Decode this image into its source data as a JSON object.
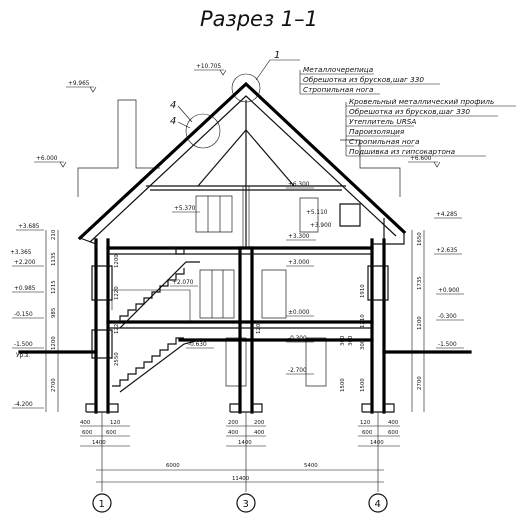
{
  "title": "Разрез 1–1",
  "callouts": {
    "c1": "1",
    "c4a": "4",
    "c4b": "4"
  },
  "roof_notes": {
    "group1": [
      "Металлочерепица",
      "Обрешотка из брусков,шаг 330",
      "Стропильная нога"
    ],
    "group2": [
      "Кровельный металлический профиль",
      "Обрешотка из брусков,шаг 330",
      "Утеплитель URSA",
      "Пароизоляция",
      "Стропильная нога",
      "Подшивка из гипсокартона"
    ]
  },
  "levels": {
    "l_9965": "+9.965",
    "l_10705": "+10.705",
    "l_6000": "+6.000",
    "l_6600": "+6.600",
    "l_6300": "+6.300",
    "l_5370": "+5.370",
    "l_5110": "+5.110",
    "l_3900": "+3.900",
    "l_3300": "+3.300",
    "l_3685": "+3.685",
    "l_3365": "+3.365",
    "l_2200": "+2.200",
    "l_4285": "+4.285",
    "l_2635": "+2.635",
    "l_3000": "+3.000",
    "l_2070": "+2.070",
    "l_0985": "+0.985",
    "l_0900": "+0.900",
    "l_0000": "±0.000",
    "l_m0150": "-0.150",
    "l_m0300": "-0.300",
    "l_m0300b": "-0.300",
    "l_m0630": "-0.630",
    "l_m1500": "-1.500",
    "l_m1500b": "-1.500",
    "l_m2700": "-2.700",
    "l_m4200": "-4.200",
    "ground": "Ур.з."
  },
  "vertical_dims": {
    "left": [
      "210",
      "1135",
      "1215",
      "985",
      "1200",
      "2700"
    ],
    "left_inner": [
      "1200",
      "1220",
      "1220",
      "2550"
    ],
    "right": [
      "1650",
      "1735",
      "1200",
      "2700"
    ],
    "right_inner": [
      "1910",
      "1210",
      "300",
      "1500"
    ],
    "center": [
      "1200",
      "300",
      "300",
      "1500"
    ]
  },
  "horizontal_dims": {
    "left_a": [
      "400",
      "120"
    ],
    "left_b": [
      "600",
      "600"
    ],
    "left_c": [
      "1400"
    ],
    "mid_a": [
      "200",
      "200"
    ],
    "mid_b": [
      "400",
      "400"
    ],
    "mid_c": [
      "1400"
    ],
    "right_a": [
      "120",
      "400"
    ],
    "right_b": [
      "600",
      "600"
    ],
    "right_c": [
      "1400"
    ],
    "span1": "6000",
    "span2": "5400",
    "total": "11400"
  },
  "axes": [
    "1",
    "3",
    "4"
  ]
}
